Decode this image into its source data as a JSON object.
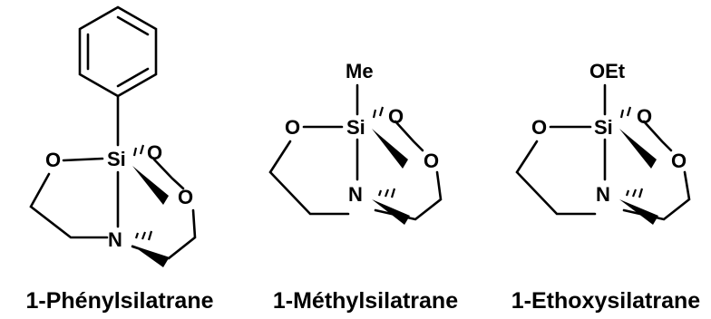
{
  "molecules": [
    {
      "name": "1-Phénylsilatrane",
      "substituent": "",
      "atoms": {
        "si": "Si",
        "n": "N",
        "o_left": "O",
        "o_top": "O",
        "o_right": "O"
      }
    },
    {
      "name": "1-Méthylsilatrane",
      "substituent": "Me",
      "atoms": {
        "si": "Si",
        "n": "N",
        "o_left": "O",
        "o_top": "O",
        "o_right": "O"
      }
    },
    {
      "name": "1-Ethoxysilatrane",
      "substituent": "OEt",
      "atoms": {
        "si": "Si",
        "n": "N",
        "o_left": "O",
        "o_top": "O",
        "o_right": "O"
      }
    }
  ]
}
